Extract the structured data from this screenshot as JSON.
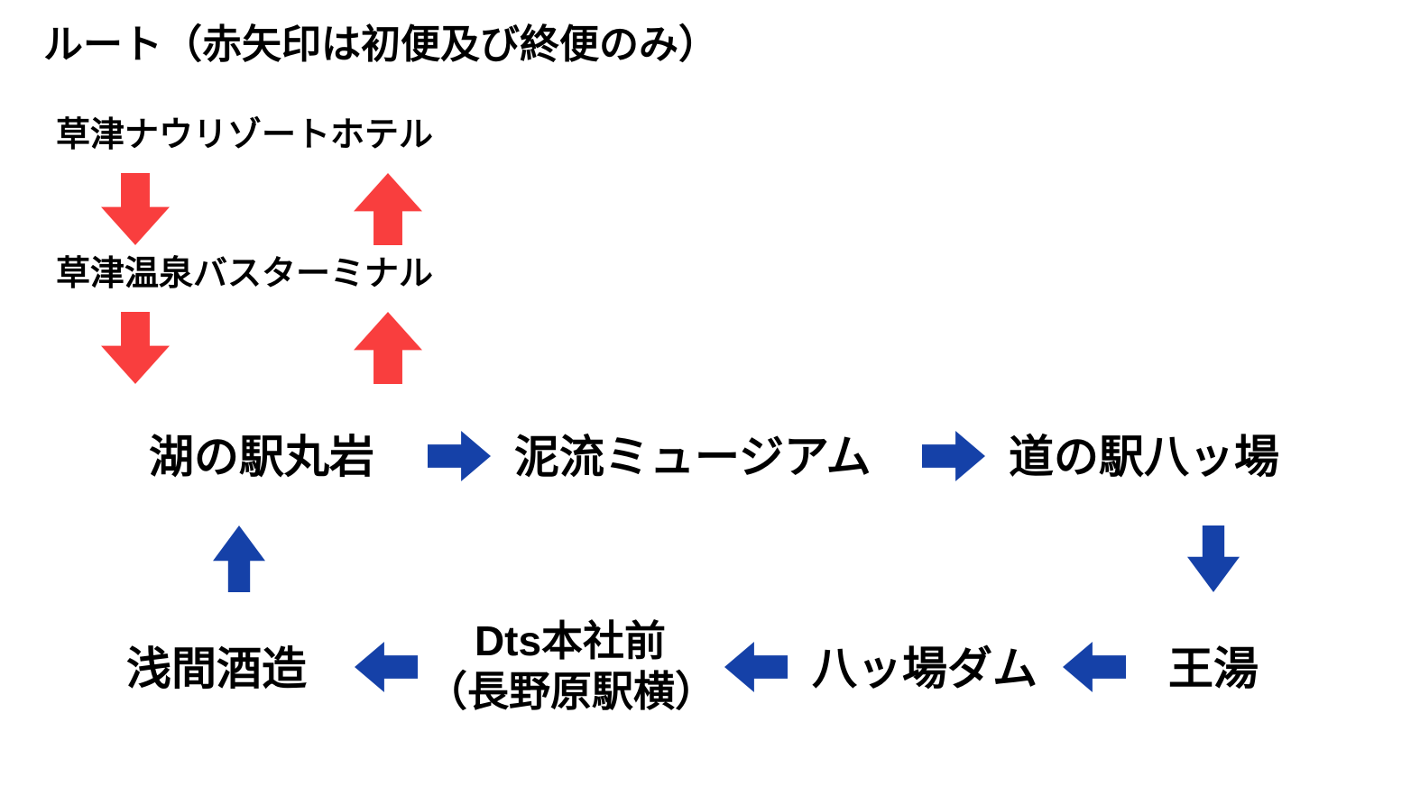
{
  "title": "ルート（赤矢印は初便及び終便のみ）",
  "colors": {
    "red_arrow": "#F93E3E",
    "blue_arrow": "#1541A8",
    "text": "#000000",
    "background": "#FFFFFF"
  },
  "nodes": {
    "hotel": "草津ナウリゾートホテル",
    "bus_terminal": "草津温泉バスターミナル",
    "maruiwa": "湖の駅丸岩",
    "museum": "泥流ミュージアム",
    "yamba_station": "道の駅八ッ場",
    "ouyu": "王湯",
    "yamba_dam": "八ッ場ダム",
    "dts_line1": "Dts本社前",
    "dts_line2": "（長野原駅横）",
    "asama": "浅間酒造"
  },
  "edges": [
    {
      "from": "草津ナウリゾートホテル",
      "to": "草津温泉バスターミナル",
      "color": "red",
      "direction": "down"
    },
    {
      "from": "草津温泉バスターミナル",
      "to": "草津ナウリゾートホテル",
      "color": "red",
      "direction": "up"
    },
    {
      "from": "草津温泉バスターミナル",
      "to": "湖の駅丸岩",
      "color": "red",
      "direction": "down"
    },
    {
      "from": "湖の駅丸岩",
      "to": "草津温泉バスターミナル",
      "color": "red",
      "direction": "up"
    },
    {
      "from": "湖の駅丸岩",
      "to": "泥流ミュージアム",
      "color": "blue",
      "direction": "right"
    },
    {
      "from": "泥流ミュージアム",
      "to": "道の駅八ッ場",
      "color": "blue",
      "direction": "right"
    },
    {
      "from": "道の駅八ッ場",
      "to": "王湯",
      "color": "blue",
      "direction": "down"
    },
    {
      "from": "王湯",
      "to": "八ッ場ダム",
      "color": "blue",
      "direction": "left"
    },
    {
      "from": "八ッ場ダム",
      "to": "Dts本社前（長野原駅横）",
      "color": "blue",
      "direction": "left"
    },
    {
      "from": "Dts本社前（長野原駅横）",
      "to": "浅間酒造",
      "color": "blue",
      "direction": "left"
    },
    {
      "from": "浅間酒造",
      "to": "湖の駅丸岩",
      "color": "blue",
      "direction": "up"
    }
  ]
}
